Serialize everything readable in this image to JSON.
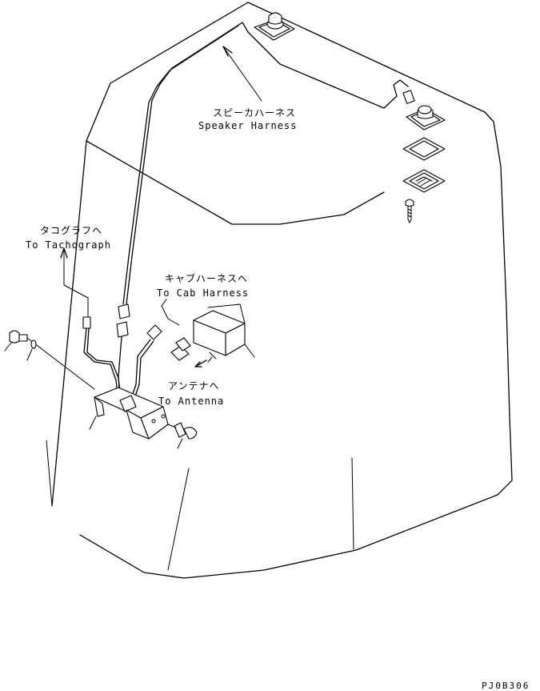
{
  "labels": {
    "speaker_jp": "スピーカハーネス",
    "speaker_en": "Speaker Harness",
    "tacho_jp": "タコグラフへ",
    "tacho_en": "To Tachograph",
    "cab_jp": "キャブハーネスへ",
    "cab_en": "To Cab Harness",
    "antenna_jp": "アンテナへ",
    "antenna_en": "To Antenna"
  },
  "drawing_code": "PJ0B306"
}
